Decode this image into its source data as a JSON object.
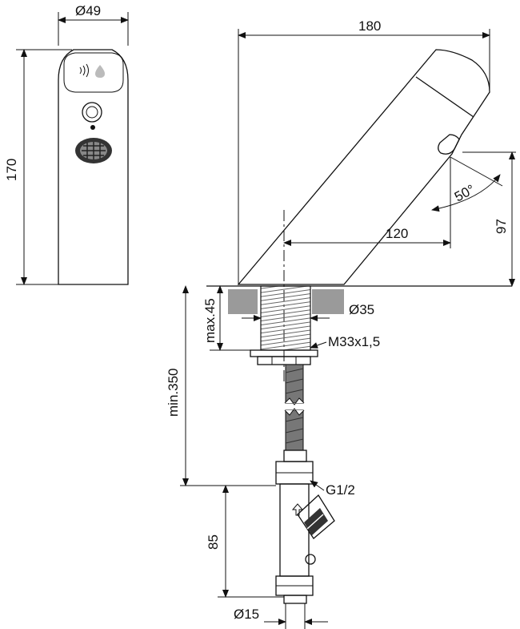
{
  "dimensions": {
    "width_49": "Ø49",
    "height_170": "170",
    "length_180": "180",
    "length_120": "120",
    "angle_50": "50°",
    "height_97": "97",
    "max_45": "max.45",
    "dia_35": "Ø35",
    "thread_m33": "M33x1,5",
    "min_350": "min.350",
    "thread_g12": "G1/2",
    "height_85": "85",
    "dia_15": "Ø15"
  },
  "colors": {
    "line": "#111111",
    "counter": "#9a9a9a",
    "thread": "#777777"
  },
  "icons": {
    "sensor": "sensor-wave-icon",
    "drop": "water-drop-icon"
  }
}
